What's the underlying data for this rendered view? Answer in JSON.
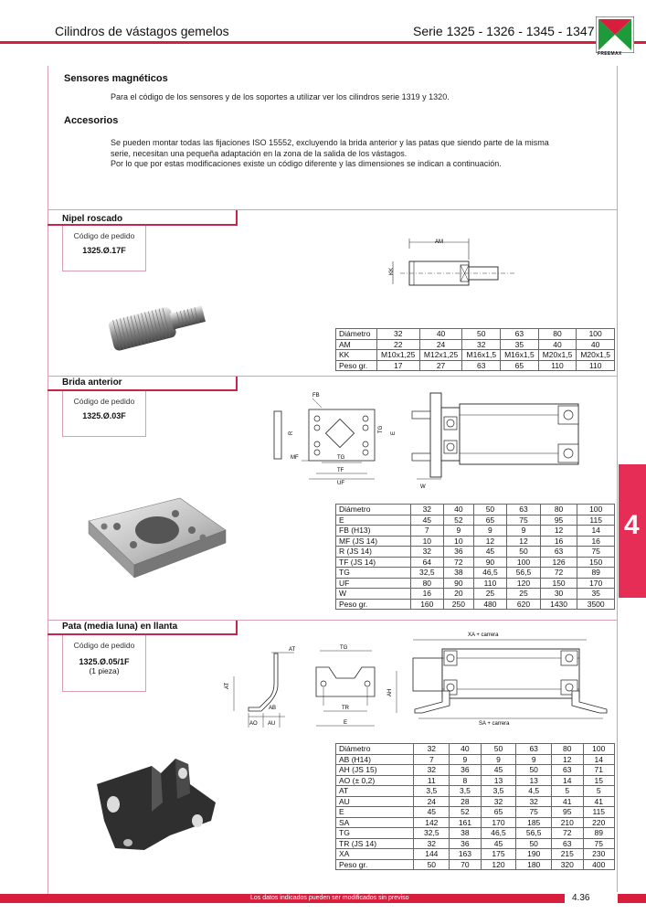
{
  "header": {
    "title_left": "Cilindros de vástagos gemelos",
    "title_right": "Serie 1325 - 1326 - 1345 - 1347",
    "logo_text": "FREEMAX"
  },
  "intro": {
    "sensores_title": "Sensores magnéticos",
    "sensores_text": "Para el código de los sensores y de los soportes a utilizar ver los cilindros serie 1319 y 1320.",
    "accesorios_title": "Accesorios",
    "accesorios_lines": [
      "Se pueden montar todas las fijaciones ISO 15552, excluyendo la brida anterior y las patas que siendo parte de la misma",
      "serie, necesitan una pequeña adaptación en la zona de la salida de los vástagos.",
      "Por lo que por estas modificaciones existe un código diferente y las dimensiones se indican a continuación."
    ]
  },
  "sections": [
    {
      "title": "Nipel roscado",
      "code_label": "Código de pedido",
      "code": "1325.Ø.17F",
      "drawing_labels": [
        "AM",
        "KK"
      ],
      "table": {
        "header": [
          "Diámetro",
          "32",
          "40",
          "50",
          "63",
          "80",
          "100"
        ],
        "rows": [
          [
            "AM",
            "22",
            "24",
            "32",
            "35",
            "40",
            "40"
          ],
          [
            "KK",
            "M10x1,25",
            "M12x1,25",
            "M16x1,5",
            "M16x1,5",
            "M20x1,5",
            "M20x1,5"
          ],
          [
            "Peso gr.",
            "17",
            "27",
            "63",
            "65",
            "110",
            "110"
          ]
        ]
      }
    },
    {
      "title": "Brida anterior",
      "code_label": "Código de pedido",
      "code": "1325.Ø.03F",
      "drawing_labels": [
        "FB",
        "R",
        "E",
        "TG",
        "MF",
        "TG",
        "TF",
        "UF",
        "W"
      ],
      "table": {
        "header": [
          "Diámetro",
          "32",
          "40",
          "50",
          "63",
          "80",
          "100"
        ],
        "rows": [
          [
            "E",
            "45",
            "52",
            "65",
            "75",
            "95",
            "115"
          ],
          [
            "FB (H13)",
            "7",
            "9",
            "9",
            "9",
            "12",
            "14"
          ],
          [
            "MF (JS 14)",
            "10",
            "10",
            "12",
            "12",
            "16",
            "16"
          ],
          [
            "R (JS 14)",
            "32",
            "36",
            "45",
            "50",
            "63",
            "75"
          ],
          [
            "TF (JS 14)",
            "64",
            "72",
            "90",
            "100",
            "126",
            "150"
          ],
          [
            "TG",
            "32,5",
            "38",
            "46,5",
            "56,5",
            "72",
            "89"
          ],
          [
            "UF",
            "80",
            "90",
            "110",
            "120",
            "150",
            "170"
          ],
          [
            "W",
            "16",
            "20",
            "25",
            "25",
            "30",
            "35"
          ],
          [
            "Peso gr.",
            "160",
            "250",
            "480",
            "620",
            "1430",
            "3500"
          ]
        ]
      }
    },
    {
      "title": "Pata (media luna) en llanta",
      "code_label": "Código de pedido",
      "code": "1325.Ø.05/1F",
      "code_note": "(1 pieza)",
      "drawing_labels": [
        "AT",
        "TG",
        "AT",
        "AB",
        "AO",
        "AU",
        "TR",
        "E",
        "AH",
        "XA + carrera",
        "SA + carrera"
      ],
      "table": {
        "header": [
          "Diámetro",
          "32",
          "40",
          "50",
          "63",
          "80",
          "100"
        ],
        "rows": [
          [
            "AB (H14)",
            "7",
            "9",
            "9",
            "9",
            "12",
            "14"
          ],
          [
            "AH (JS 15)",
            "32",
            "36",
            "45",
            "50",
            "63",
            "71"
          ],
          [
            "AO (± 0,2)",
            "11",
            "8",
            "13",
            "13",
            "14",
            "15"
          ],
          [
            "AT",
            "3,5",
            "3,5",
            "3,5",
            "4,5",
            "5",
            "5"
          ],
          [
            "AU",
            "24",
            "28",
            "32",
            "32",
            "41",
            "41"
          ],
          [
            "E",
            "45",
            "52",
            "65",
            "75",
            "95",
            "115"
          ],
          [
            "SA",
            "142",
            "161",
            "170",
            "185",
            "210",
            "220"
          ],
          [
            "TG",
            "32,5",
            "38",
            "46,5",
            "56,5",
            "72",
            "89"
          ],
          [
            "TR (JS 14)",
            "32",
            "36",
            "45",
            "50",
            "63",
            "75"
          ],
          [
            "XA",
            "144",
            "163",
            "175",
            "190",
            "215",
            "230"
          ],
          [
            "Peso gr.",
            "50",
            "70",
            "120",
            "180",
            "320",
            "400"
          ]
        ]
      }
    }
  ],
  "side_tab": "4",
  "footer": {
    "note": "Los datos indicados pueden ser modificados sin previso",
    "page": "4.36"
  },
  "colors": {
    "accent": "#d81e3c",
    "frame": "#d8a0b0"
  }
}
